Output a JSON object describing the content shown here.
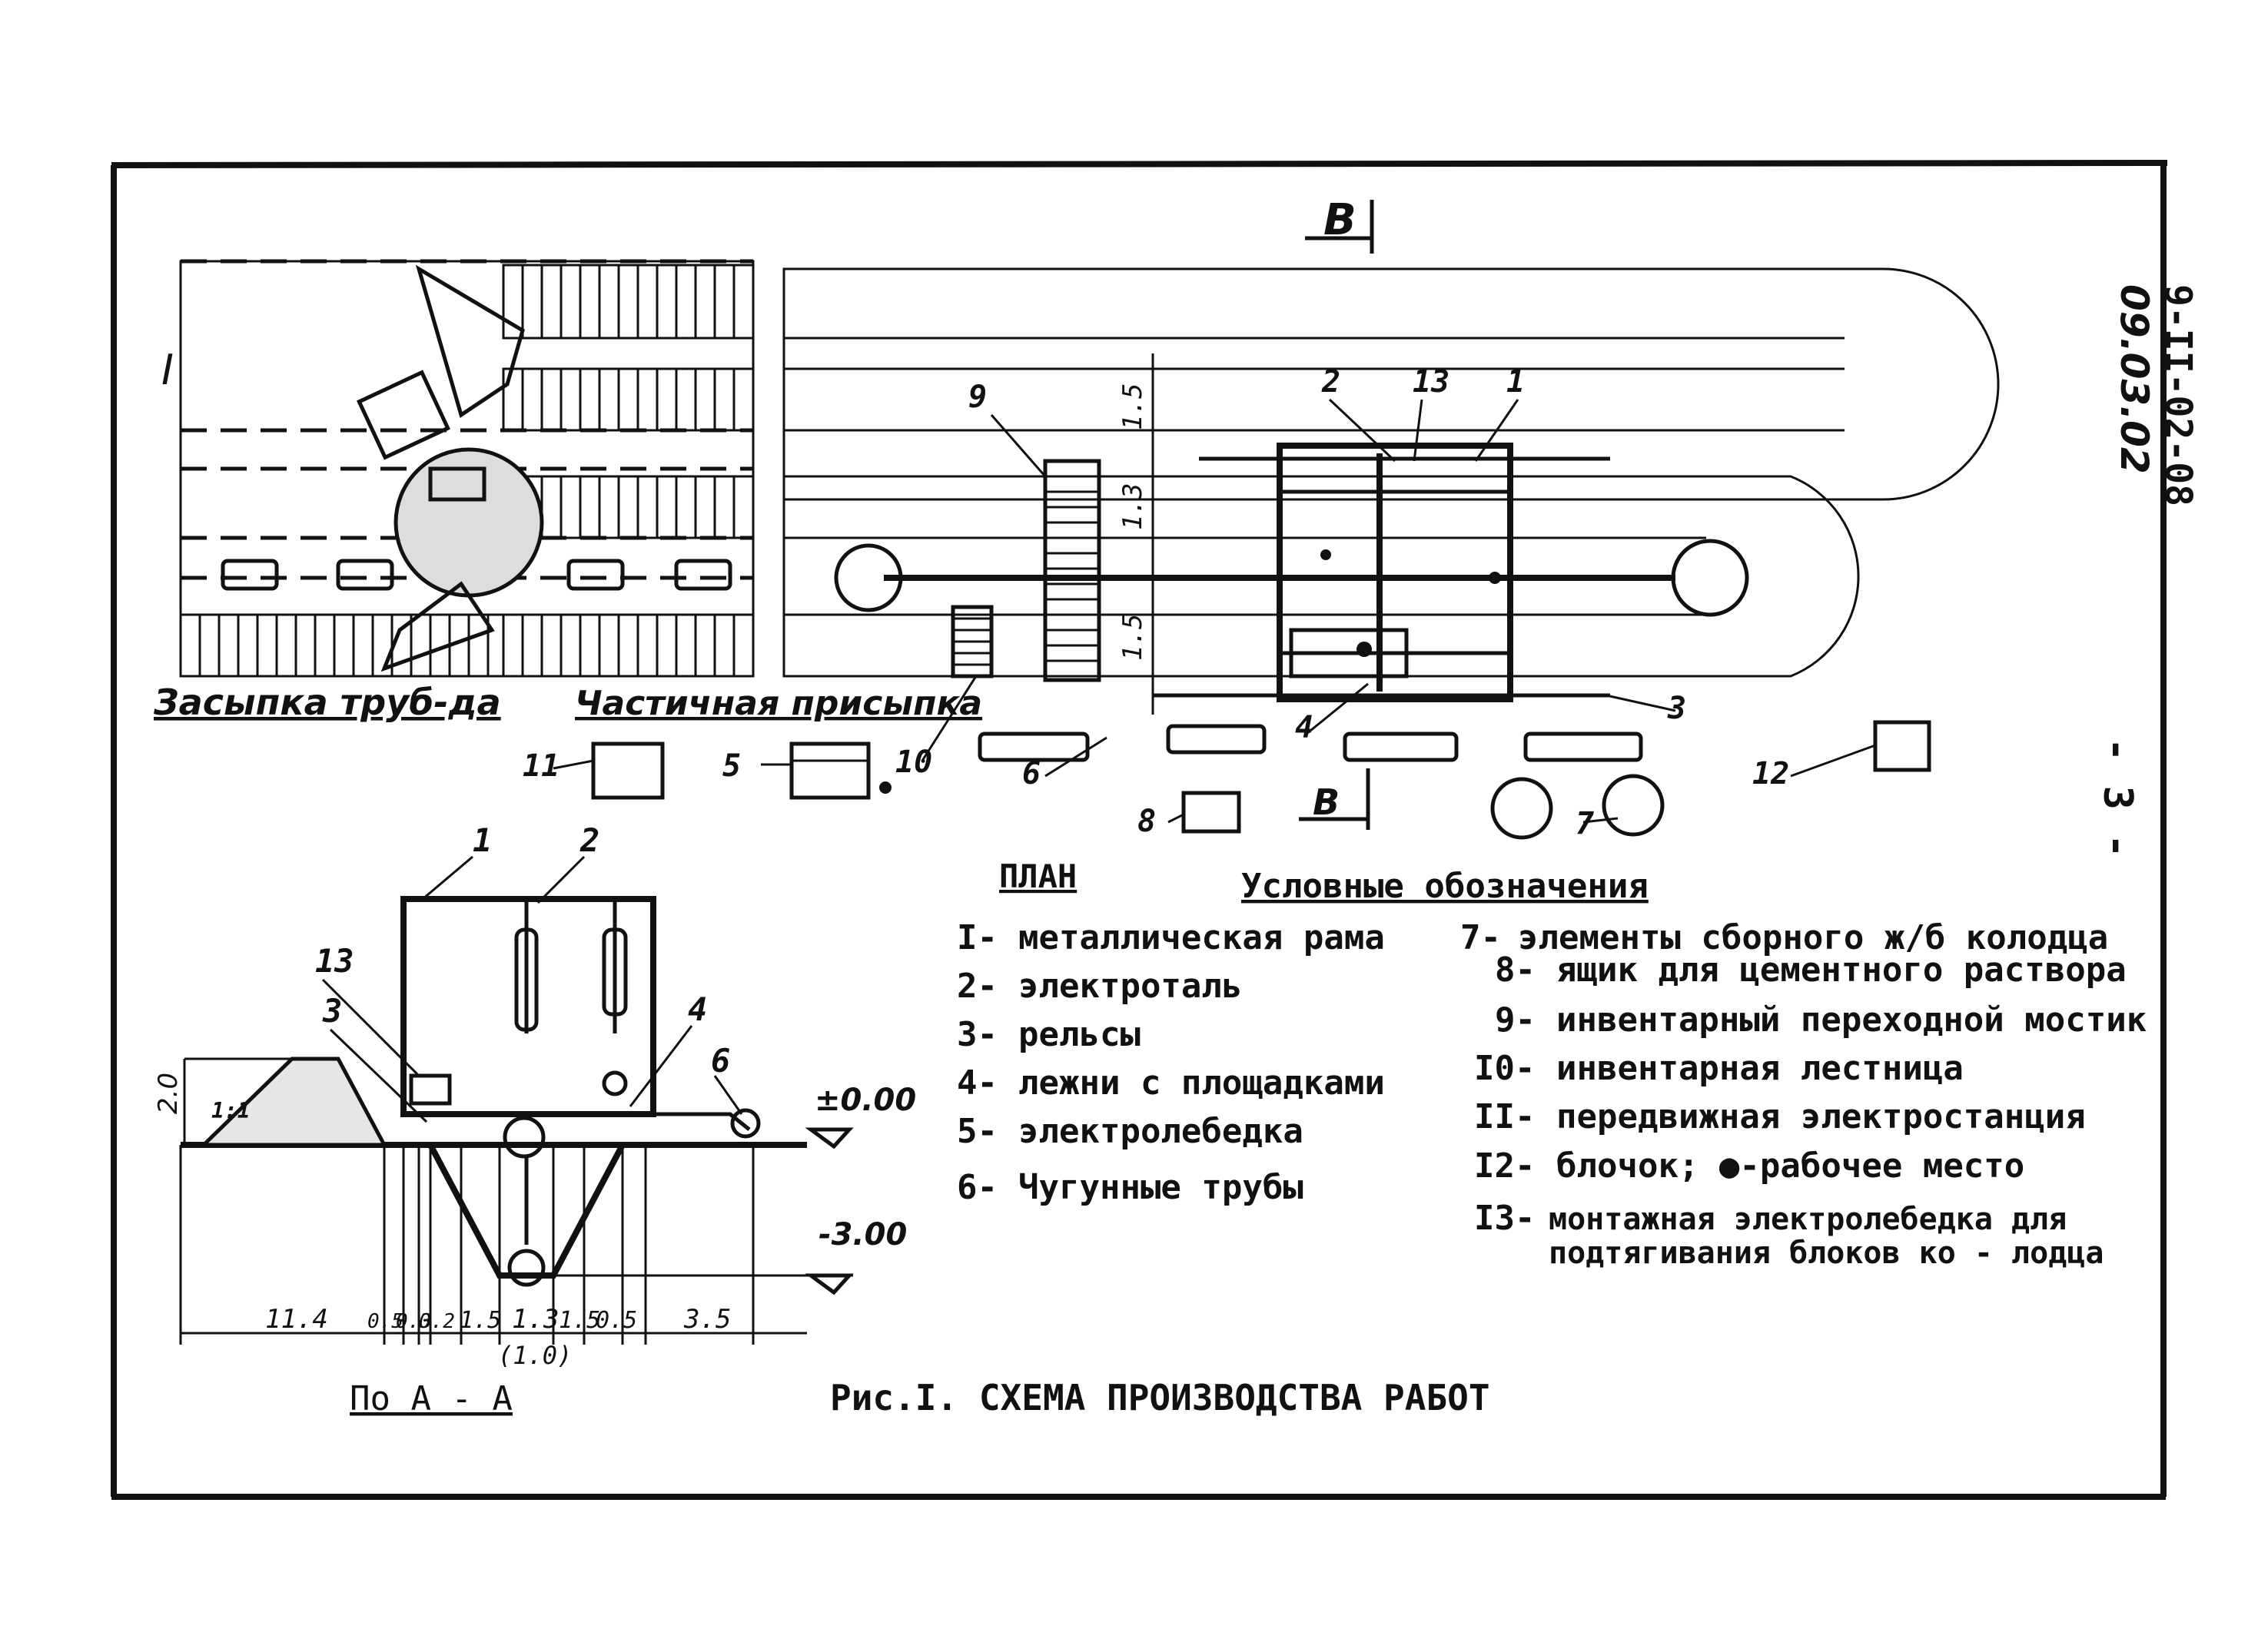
{
  "doc": {
    "side_code_1": "09.03.02",
    "side_code_2": "9-II-02-08",
    "page_number": "- 3 -"
  },
  "plan": {
    "title": "ПЛАН",
    "section_mark": "В",
    "section_mark_bottom": "В",
    "axis_left": "I",
    "label_backfill": "Засыпка труб-да",
    "label_partial_backfill": "Частичная присыпка",
    "callouts": [
      "1",
      "2",
      "13",
      "9",
      "10",
      "4",
      "3",
      "5",
      "6",
      "8",
      "11",
      "12",
      "7"
    ],
    "dims": [
      "1.5",
      "1.3",
      "1.5"
    ]
  },
  "section": {
    "title": "По А - А",
    "callouts": [
      "1",
      "2",
      "13",
      "3",
      "4",
      "6"
    ],
    "level_top": "±0.00",
    "level_bottom": "-3.00",
    "height_dim": "2.0",
    "width_dims": [
      "11.4",
      "0.5",
      "0.3",
      "0.2",
      "1.5",
      "1.3",
      "1.5",
      "0.5",
      "3.5"
    ],
    "bottom_note": "(1.0)",
    "pile_symbol": "1:1"
  },
  "legend": {
    "title": "Условные обозначения",
    "items_left": [
      {
        "num": "I-",
        "text": "металлическая рама"
      },
      {
        "num": "2-",
        "text": "электроталь"
      },
      {
        "num": "3-",
        "text": "рельсы"
      },
      {
        "num": "4-",
        "text": "лежни с площадками"
      },
      {
        "num": "5-",
        "text": "электролебедка"
      },
      {
        "num": "6-",
        "text": "Чугунные трубы"
      }
    ],
    "items_right": [
      {
        "num": "7-",
        "text": "элементы сборного ж/б колодца"
      },
      {
        "num": "8-",
        "text": "ящик для цементного раствора"
      },
      {
        "num": "9-",
        "text": "инвентарный переходной мостик"
      },
      {
        "num": "I0-",
        "text": "инвентарная лестница"
      },
      {
        "num": "II-",
        "text": "передвижная электростанция"
      },
      {
        "num": "I2-",
        "text": "блочок; ●-рабочее место"
      },
      {
        "num": "I3-",
        "text": "монтажная электролебедка для подтягивания блоков ко - лодца"
      }
    ]
  },
  "caption": "Рис.I. СХЕМА ПРОИЗВОДСТВА РАБОТ"
}
